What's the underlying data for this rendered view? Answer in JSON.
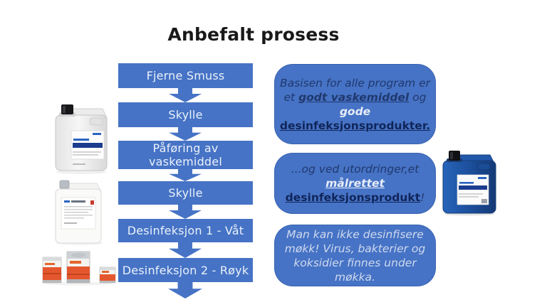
{
  "title": "Anbefalt prosess",
  "colors": {
    "accent_blue": "#4673C5",
    "navy_text": "#20386E",
    "deep_navy_text": "#10255A",
    "light_text": "#E6ECF8",
    "pale_text": "#CFD9EE",
    "flow_text": "#EAF1FB",
    "can_blue": "#1C52A3",
    "smoke_orange": "#E4572E"
  },
  "flow": {
    "steps": [
      {
        "label": "Fjerne Smuss"
      },
      {
        "label": "Skylle"
      },
      {
        "label": "Påføring av vaskemiddel"
      },
      {
        "label": "Skylle"
      },
      {
        "label": "Desinfeksjon 1 - Våt"
      },
      {
        "label": "Desinfeksjon 2 - Røyk"
      }
    ]
  },
  "callouts": [
    {
      "name": "callout-basis",
      "segments": [
        {
          "text": "Basisen for alle program er et ",
          "style": "plain"
        },
        {
          "text": "godt vaskemiddel",
          "style": "em-dark"
        },
        {
          "text": " og ",
          "style": "plain"
        },
        {
          "text": "gode",
          "style": "em-light-nl"
        },
        {
          "text": " ",
          "style": "plain"
        },
        {
          "text": "desinfeksjonsprodukter.",
          "style": "em-dark-up"
        }
      ]
    },
    {
      "name": "callout-targeted",
      "segments": [
        {
          "text": "...og ved utordringer,et ",
          "style": "plain"
        },
        {
          "text": "målrettet",
          "style": "em-light"
        },
        {
          "text": " ",
          "style": "plain"
        },
        {
          "text": "desinfeksjonsprodukt",
          "style": "em-dark-up"
        },
        {
          "text": "!",
          "style": "plain"
        }
      ]
    },
    {
      "name": "callout-cannot-disinfect",
      "segments": [
        {
          "text": "Man kan ikke desinfisere møkk! Virus, bakterier og koksidier finnes under møkka.",
          "style": "plain"
        }
      ]
    }
  ],
  "icons": {
    "flow_arrow": "down-arrow-icon",
    "wash_canister": "white-canister-icon",
    "disinfectant_canister": "white-canister-small-icon",
    "smoke_cans": "smoke-cans-icon",
    "targeted_canister": "blue-canister-icon"
  }
}
